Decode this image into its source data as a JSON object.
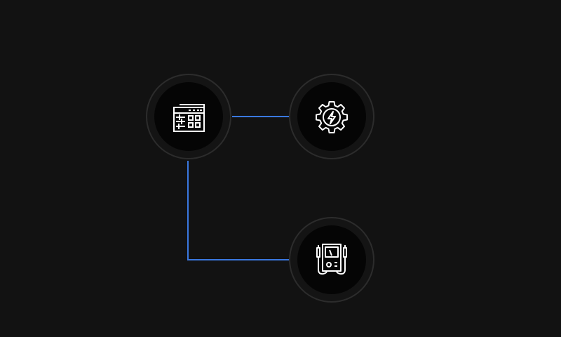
{
  "theme": {
    "background": "#121212",
    "node_ring": "#2c2c2c",
    "node_fill": "#050505",
    "connector_color": "#3a78e0",
    "icon_color": "#ffffff"
  },
  "nodes": [
    {
      "id": "control-panel",
      "icon": "control-panel-icon"
    },
    {
      "id": "power-gear",
      "icon": "gear-lightning-icon"
    },
    {
      "id": "multimeter",
      "icon": "multimeter-icon"
    }
  ],
  "connections": [
    {
      "from": "control-panel",
      "to": "power-gear"
    },
    {
      "from": "control-panel",
      "to": "multimeter"
    }
  ]
}
